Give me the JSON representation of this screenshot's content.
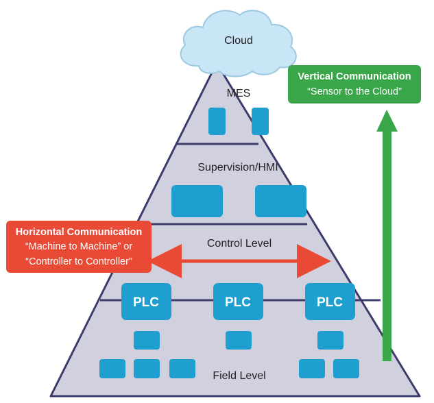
{
  "cloud": {
    "label": "Cloud"
  },
  "levels": {
    "mes": "MES",
    "supervision": "Supervision/HMI",
    "control": "Control Level",
    "field": "Field Level"
  },
  "plc_label": "PLC",
  "vertical": {
    "title": "Vertical Communication",
    "subtitle": "“Sensor to the Cloud”"
  },
  "horizontal": {
    "title": "Horizontal Communication",
    "line1": "“Machine to Machine” or",
    "line2": "“Controller to Controller”"
  },
  "colors": {
    "pyramid_fill": "#d0d0de",
    "pyramid_stroke": "#3c3c6c",
    "device_blue": "#1e9fcf",
    "vertical_green": "#3aa64a",
    "horizontal_red": "#e94a35",
    "cloud_fill": "#c9e6f6",
    "cloud_stroke": "#9cc8e2"
  }
}
